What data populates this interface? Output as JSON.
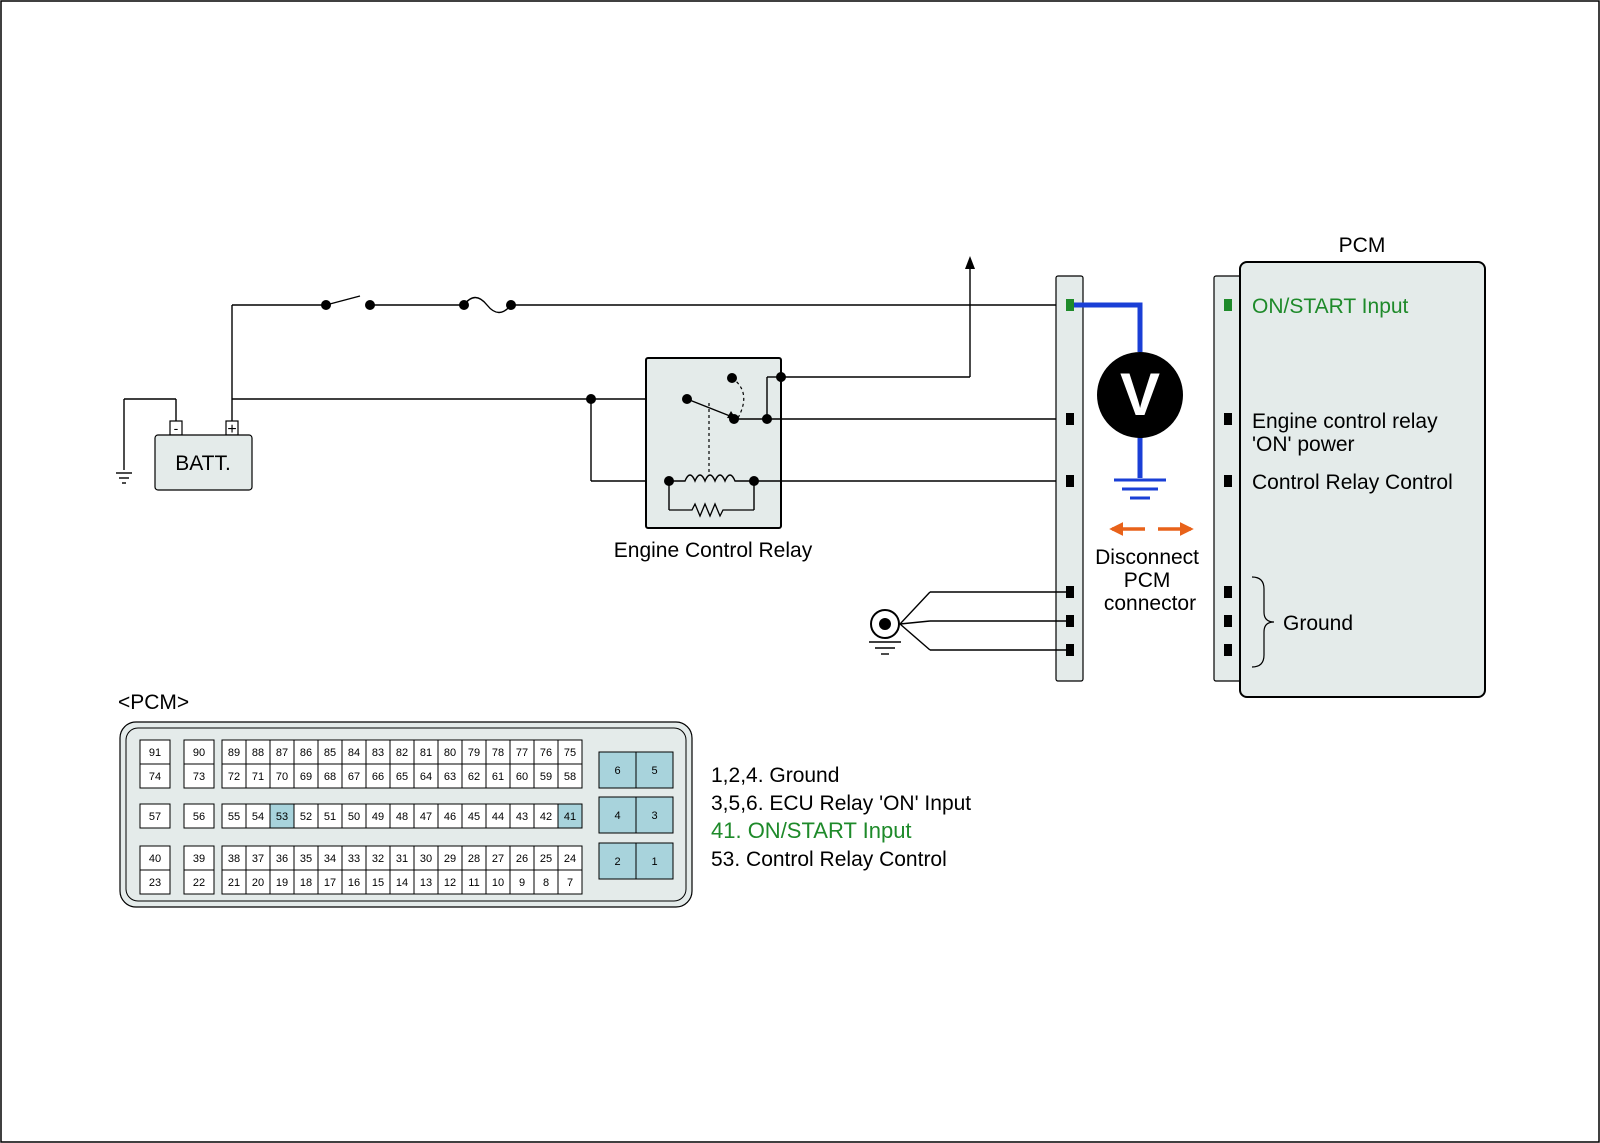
{
  "labels": {
    "batt": "BATT.",
    "batt_minus": "-",
    "batt_plus": "+",
    "relay": "Engine Control Relay",
    "pcm_title": "PCM",
    "voltmeter": "V",
    "disconnect_line1": "Disconnect",
    "disconnect_line2": "PCM",
    "disconnect_line3": "connector",
    "pcm_connector_title": "<PCM>"
  },
  "pcm_pins": {
    "on_start": "ON/START Input",
    "relay_power_line1": "Engine control relay",
    "relay_power_line2": "'ON' power",
    "relay_control": "Control Relay Control",
    "ground": "Ground"
  },
  "legend": [
    {
      "text": "1,2,4. Ground",
      "color": "#000000"
    },
    {
      "text": "3,5,6. ECU Relay 'ON' Input",
      "color": "#000000"
    },
    {
      "text": "41. ON/START Input",
      "color": "#1e8a2a"
    },
    {
      "text": "53. Control Relay Control",
      "color": "#000000"
    }
  ],
  "connector": {
    "row1": [
      "91",
      "90",
      "89",
      "88",
      "87",
      "86",
      "85",
      "84",
      "83",
      "82",
      "81",
      "80",
      "79",
      "78",
      "77",
      "76",
      "75"
    ],
    "row2": [
      "74",
      "73",
      "72",
      "71",
      "70",
      "69",
      "68",
      "67",
      "66",
      "65",
      "64",
      "63",
      "62",
      "61",
      "60",
      "59",
      "58"
    ],
    "row3": [
      "57",
      "56",
      "55",
      "54",
      "53",
      "52",
      "51",
      "50",
      "49",
      "48",
      "47",
      "46",
      "45",
      "44",
      "43",
      "42",
      "41"
    ],
    "row4": [
      "40",
      "39",
      "38",
      "37",
      "36",
      "35",
      "34",
      "33",
      "32",
      "31",
      "30",
      "29",
      "28",
      "27",
      "26",
      "25",
      "24"
    ],
    "row5": [
      "23",
      "22",
      "21",
      "20",
      "19",
      "18",
      "17",
      "16",
      "15",
      "14",
      "13",
      "12",
      "11",
      "10",
      "9",
      "8",
      "7"
    ],
    "big_pins": [
      "6",
      "5",
      "4",
      "3",
      "2",
      "1"
    ],
    "highlighted": [
      "53",
      "41",
      "6",
      "5",
      "4",
      "3",
      "2",
      "1"
    ]
  },
  "colors": {
    "probe_wire": "#1a3fd6",
    "disconnect_arrows": "#e8621a",
    "highlight_text": "#1e8a2a",
    "pin_highlight": "#a8d3dc",
    "panel_fill": "#e4ebea"
  }
}
